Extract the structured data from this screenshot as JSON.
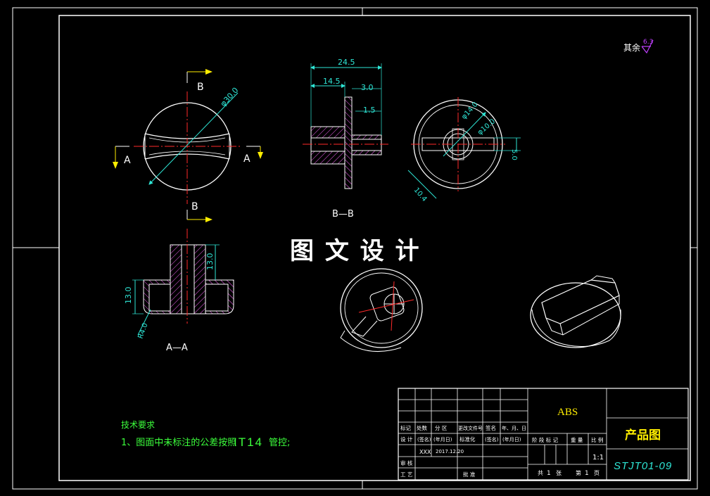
{
  "colors": {
    "background": "#000000",
    "line": "#ffffff",
    "centerline": "#ff2a2a",
    "dimension": "#2ee6d6",
    "arrow": "#ffee00",
    "text_green": "#3cff3c",
    "hatch": "#ff66ff",
    "surface_mark": "#c040ff"
  },
  "surface_finish": {
    "label": "其余",
    "value": "6.3"
  },
  "views": {
    "section_top": {
      "label_top": "B",
      "label_bottom": "B",
      "label_left": "A",
      "label_right": "A",
      "dim_diameter": "φ30.0"
    },
    "section_bb": {
      "caption": "B—B",
      "dim_total": "24.5",
      "dim_a": "14.5",
      "dim_b": "3.0",
      "dim_c": "1.5"
    },
    "end_view": {
      "dim_d1": "φ14.0",
      "dim_d2": "φ10.0",
      "dim_w": "5.0",
      "dim_l": "10.4"
    },
    "section_aa": {
      "caption": "A—A",
      "dim_height": "13.0",
      "dim_boss": "13.0",
      "dim_radius": "R4.0"
    }
  },
  "watermark": "图 文 设 计",
  "tech_requirements": {
    "title": "技术要求",
    "item1_prefix": "1、图面中未标注的公差按照",
    "item1_code": "IT14",
    "item1_suffix": "管控;"
  },
  "title_block": {
    "material": "ABS",
    "drawing_name": "产品图",
    "drawing_number": "STJT01-09",
    "scale": "1:1",
    "revision_headers": [
      "标记",
      "处数",
      "分 区",
      "更改文件号",
      "签名",
      "年、月、日"
    ],
    "design_row": [
      "设 计",
      "(签名)",
      "(年月日)",
      "标准化",
      "(签名)",
      "(年月日)"
    ],
    "designer": "XXX",
    "date": "2017.12.20",
    "review": "审 核",
    "process": "工 艺",
    "approve": "批 准",
    "stage_headers": [
      "阶 段 标 记",
      "重 量",
      "比 例"
    ],
    "sheet_total_label": "共",
    "sheet_total": "1",
    "sheet_unit_zhang": "张",
    "sheet_no_label": "第",
    "sheet_no": "1",
    "sheet_unit_ye": "页"
  }
}
